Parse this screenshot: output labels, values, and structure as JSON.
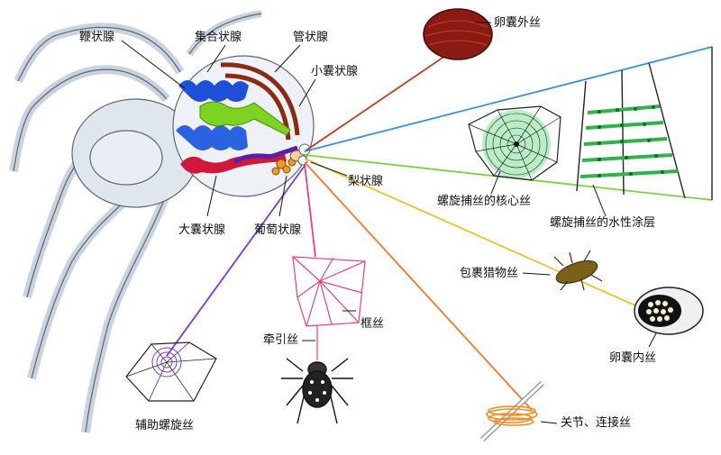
{
  "labels": {
    "flagelliform": "鞭状腺",
    "aggregate": "集合状腺",
    "tubuliform": "管状腺",
    "minor_ampullate": "小囊状腺",
    "piriform": "梨状腺",
    "major_ampullate": "大囊状腺",
    "aciniform": "葡萄状腺",
    "egg_sac_outer": "卵囊外丝",
    "spiral_core": "螺旋捕丝的核心丝",
    "spiral_coating": "螺旋捕丝的水性涂层",
    "prey_wrap": "包裹猎物丝",
    "egg_sac_inner": "卵囊内丝",
    "frame": "框丝",
    "dragline": "牵引丝",
    "auxiliary_spiral": "辅助螺旋丝",
    "attachment": "关节、连接丝"
  },
  "colors": {
    "flagelliform": "#1e4fd8",
    "aggregate": "#2a62e0",
    "tubuliform": "#8b2a12",
    "minor_ampullate": "#7ed321",
    "major_ampullate": "#d0183a",
    "aciniform": "#f0a020",
    "thread_egg_outer": "#b8401c",
    "thread_blue": "#3a8ee0",
    "thread_green": "#7fd040",
    "thread_yellow": "#f0c030",
    "thread_orange": "#f07a30",
    "thread_pink": "#e8407a",
    "thread_purple": "#7a3ad8",
    "body_gray": "#dfe6ee",
    "outline": "#5a6575"
  }
}
